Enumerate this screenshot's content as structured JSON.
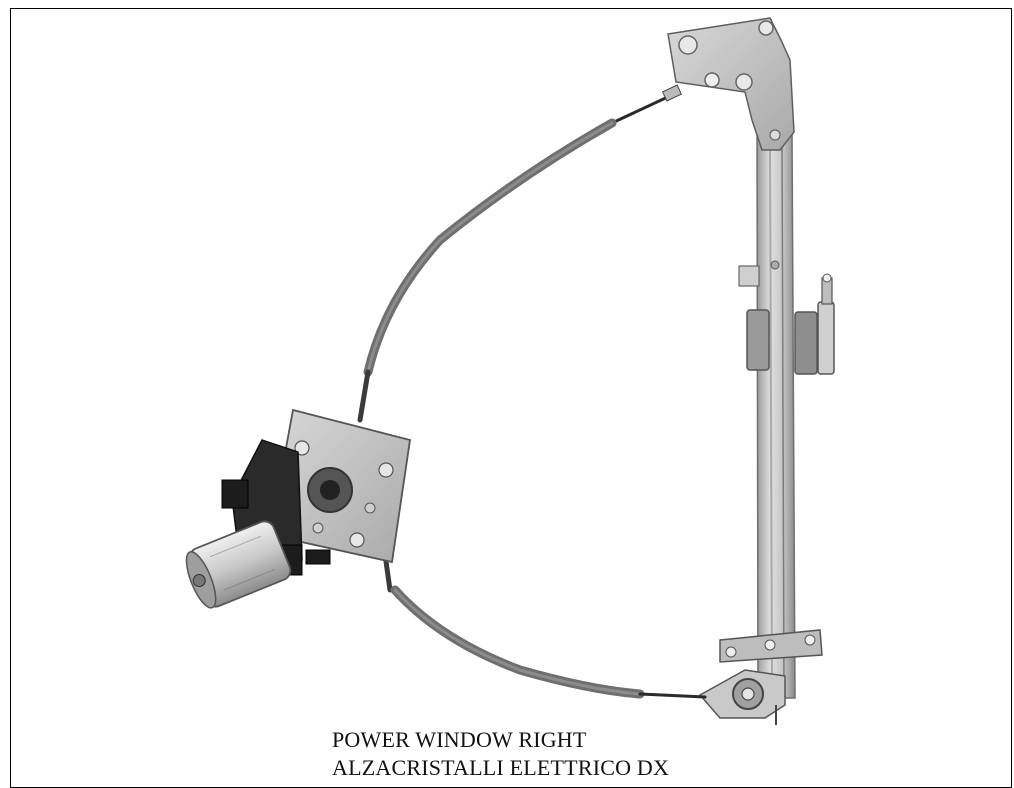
{
  "caption": {
    "line1": "POWER WINDOW RIGHT",
    "line2": "ALZACRISTALLI ELETTRICO DX"
  },
  "colors": {
    "background": "#ffffff",
    "metal": "#c9c9c9",
    "metal_dark": "#8e8e8e",
    "cable": "#2a2a2a",
    "sheath": "#6f6f6f",
    "motor": "#d4d4d4",
    "connector": "#1c1c1c"
  },
  "icons": [
    "window-regulator-photo"
  ]
}
